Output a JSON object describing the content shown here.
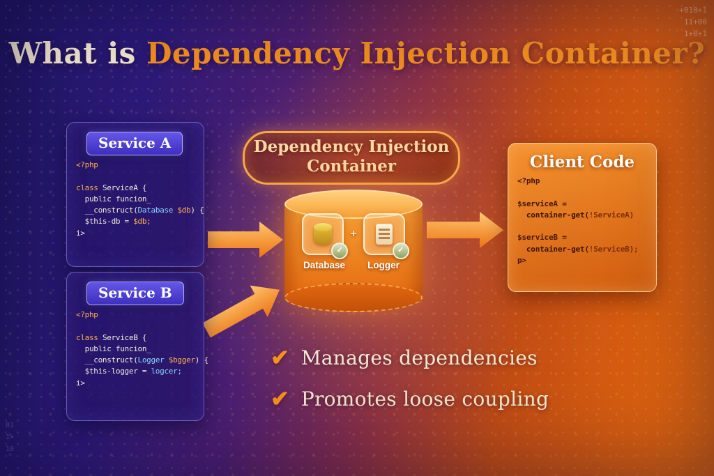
{
  "title": {
    "prefix": "What is ",
    "highlight": "Dependency Injection Container?"
  },
  "decor": {
    "top_right": "+010+1\n11+00\n1+0+1",
    "bottom_left": "01\n1+\n10"
  },
  "colors": {
    "accent": "#f6901e",
    "cream": "#f5e9cf",
    "keyword": "#ffb24d",
    "type": "#86d7ff",
    "code_plain": "#f2ecdc",
    "code_dark": "#47180a"
  },
  "icons": {
    "check": "✓",
    "check_heavy": "✔",
    "plus": "+"
  },
  "service_a": {
    "label": "Service A",
    "code": [
      [
        {
          "t": "<?php",
          "c": "k"
        }
      ],
      [],
      [
        {
          "t": "class ",
          "c": "k"
        },
        {
          "t": "ServiceA {",
          "c": "v"
        }
      ],
      [
        {
          "t": "  public funcion_",
          "c": "v"
        }
      ],
      [
        {
          "t": "  __construct(",
          "c": "v"
        },
        {
          "t": "Database",
          "c": "t"
        },
        {
          "t": " $db",
          "c": "k"
        },
        {
          "t": ") {",
          "c": "v"
        }
      ],
      [
        {
          "t": "  $this-db = ",
          "c": "v"
        },
        {
          "t": "$db;",
          "c": "k"
        }
      ],
      [
        {
          "t": "i>",
          "c": "v"
        }
      ]
    ]
  },
  "service_b": {
    "label": "Service B",
    "code": [
      [
        {
          "t": "<?php",
          "c": "k"
        }
      ],
      [],
      [
        {
          "t": "class ",
          "c": "k"
        },
        {
          "t": "ServiceB {",
          "c": "v"
        }
      ],
      [
        {
          "t": "  public funcion_",
          "c": "v"
        }
      ],
      [
        {
          "t": "  __construct(",
          "c": "v"
        },
        {
          "t": "Logger",
          "c": "t"
        },
        {
          "t": " $bgger",
          "c": "k"
        },
        {
          "t": ") {",
          "c": "v"
        }
      ],
      [
        {
          "t": "  $this-logger = ",
          "c": "v"
        },
        {
          "t": "logcer;",
          "c": "t"
        }
      ],
      [
        {
          "t": "i>",
          "c": "v"
        }
      ]
    ]
  },
  "container": {
    "label_line1": "Dependency Injection",
    "label_line2": "Container",
    "items": [
      {
        "label": "Database"
      },
      {
        "label": "Logger"
      }
    ]
  },
  "client": {
    "label": "Client Code",
    "code": [
      [
        {
          "t": "<?php",
          "c": "d"
        }
      ],
      [],
      [
        {
          "t": "$serviceA =",
          "c": "d"
        }
      ],
      [
        {
          "t": "  ",
          "c": "d"
        },
        {
          "t": "container-get(",
          "c": "b"
        },
        {
          "t": "!ServiceA)",
          "c": "r"
        }
      ],
      [],
      [
        {
          "t": "$serviceB =",
          "c": "d"
        }
      ],
      [
        {
          "t": "  ",
          "c": "d"
        },
        {
          "t": "container-get(",
          "c": "b"
        },
        {
          "t": "!ServiceB);",
          "c": "r"
        }
      ],
      [
        {
          "t": "p>",
          "c": "d"
        }
      ]
    ]
  },
  "benefits": [
    "Manages dependencies",
    "Promotes loose coupling"
  ]
}
